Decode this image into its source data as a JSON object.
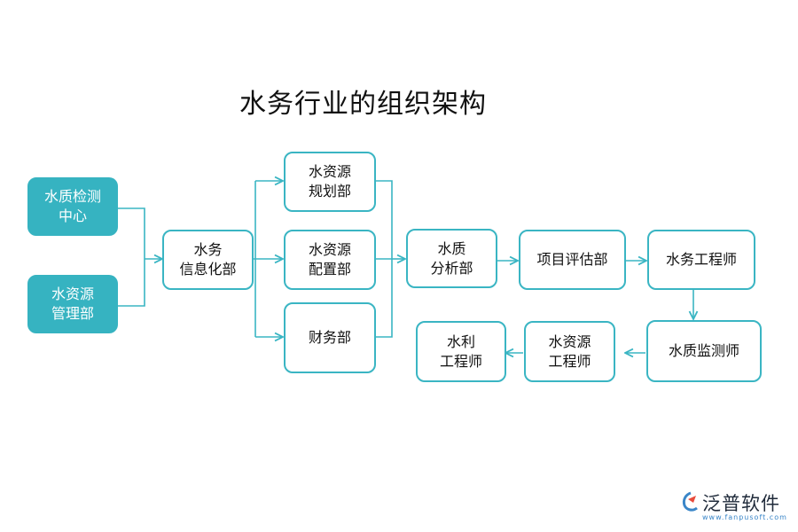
{
  "title": "水务行业的组织架构",
  "nodes": {
    "water_quality_center": "水质检测\n中心",
    "water_resource_mgmt": "水资源\n管理部",
    "water_info_dept": "水务\n信息化部",
    "water_planning": "水资源\n规划部",
    "water_allocation": "水资源\n配置部",
    "finance": "财务部",
    "water_quality_analysis": "水质\n分析部",
    "project_eval": "项目评估部",
    "water_engineer": "水务工程师",
    "water_monitor_engineer": "水质监测师",
    "water_resource_engineer": "水资源\n工程师",
    "hydraulic_engineer": "水利\n工程师"
  },
  "logo": {
    "name": "泛普软件",
    "url": "www.fanpusoft.com"
  },
  "colors": {
    "accent": "#36b3c1",
    "border": "#3ab5c3"
  }
}
